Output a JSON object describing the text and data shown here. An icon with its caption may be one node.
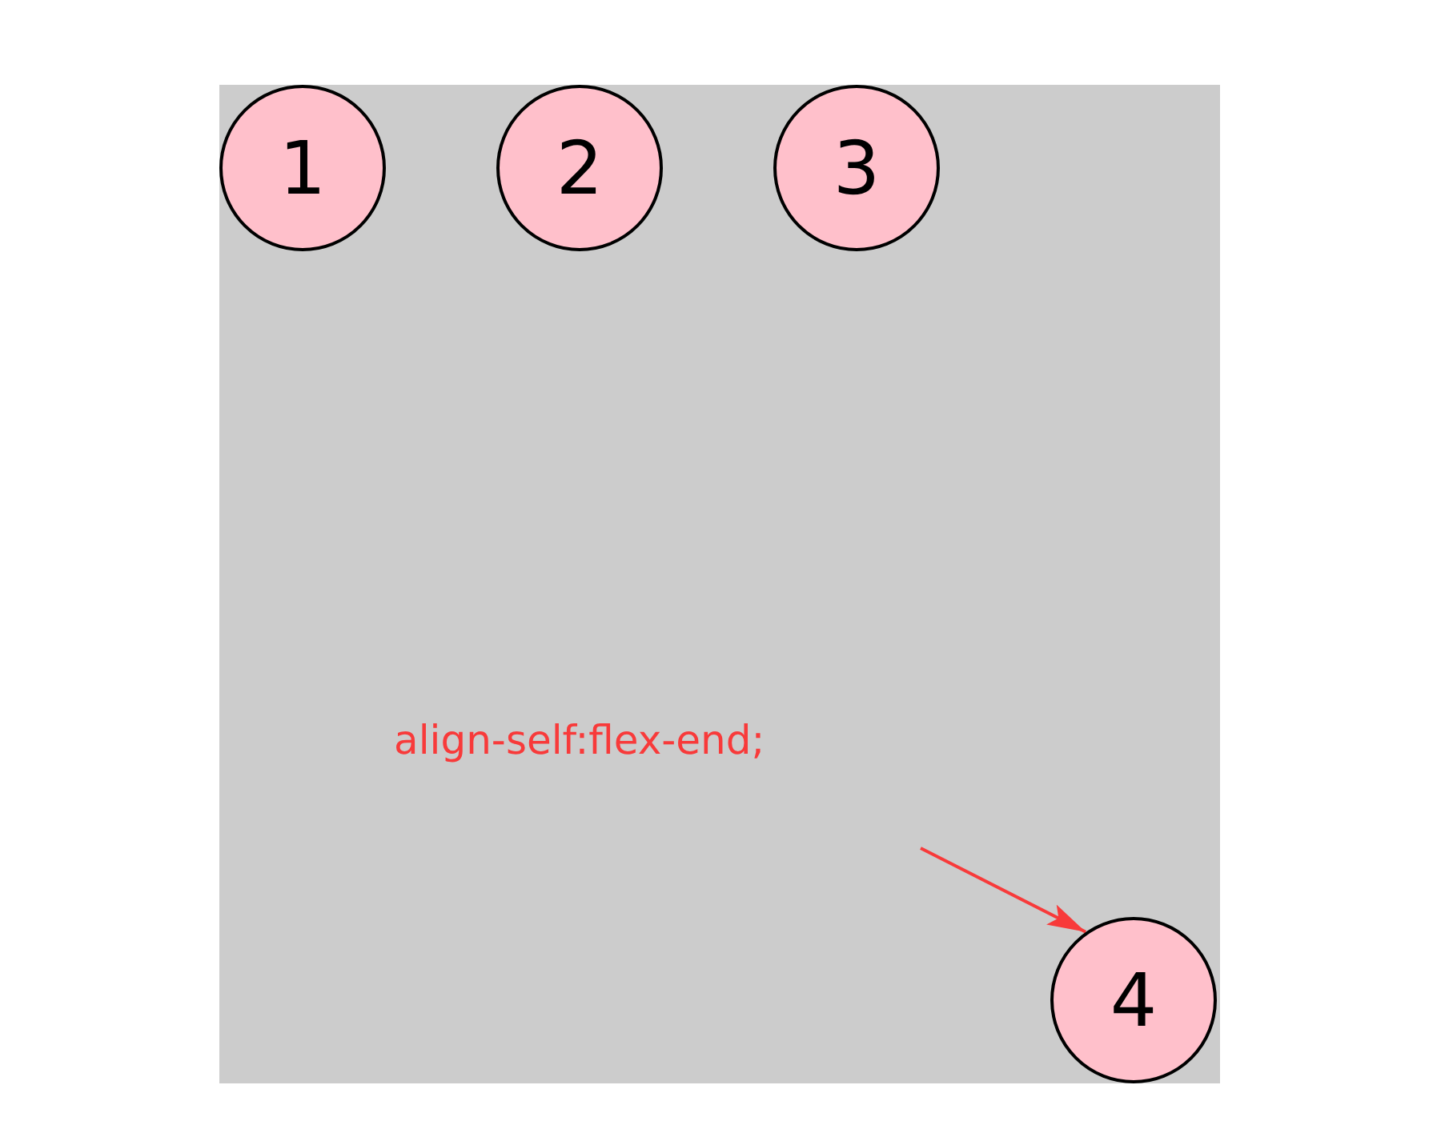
{
  "diagram": {
    "nodes": [
      {
        "text": [],
        "shape": "box"
      },
      {
        "text": [
          "1"
        ],
        "in": 0
      },
      {
        "text": [
          "2"
        ],
        "in": 0
      },
      {
        "text": [
          "3"
        ],
        "in": 0
      },
      {
        "text": [
          "4"
        ],
        "in": 0
      }
    ],
    "edges": [
      {
        "from": null,
        "to": 4,
        "arrow": "to",
        "color": "#f83a3a"
      }
    ],
    "labels": [
      "align-self:flex-end;"
    ]
  }
}
